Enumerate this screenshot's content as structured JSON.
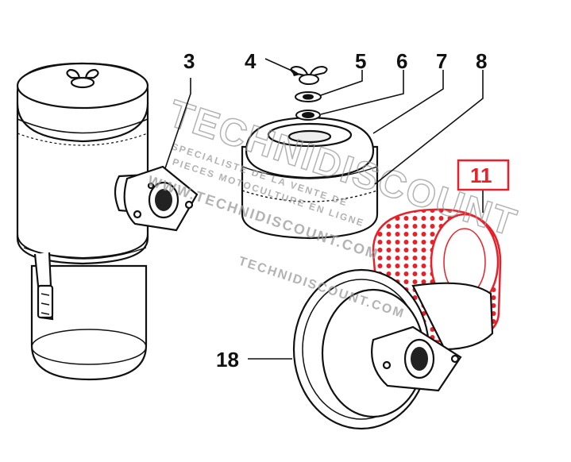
{
  "callouts": {
    "c3": "3",
    "c4": "4",
    "c5": "5",
    "c6": "6",
    "c7": "7",
    "c8": "8",
    "c11": "11",
    "c18": "18"
  },
  "watermark": {
    "brand": "TECHNIDISCOUNT",
    "tagline1": "SPECIALISTE DE LA VENTE DE",
    "tagline2": "PIECES MOTOCULTURE EN LIGNE",
    "url1": "WWW.TECHNIDISCOUNT.COM",
    "url2": "TECHNIDISCOUNT.COM"
  },
  "colors": {
    "line": "#111111",
    "highlight": "#e8202a",
    "watermark": "#9a9a9a"
  }
}
